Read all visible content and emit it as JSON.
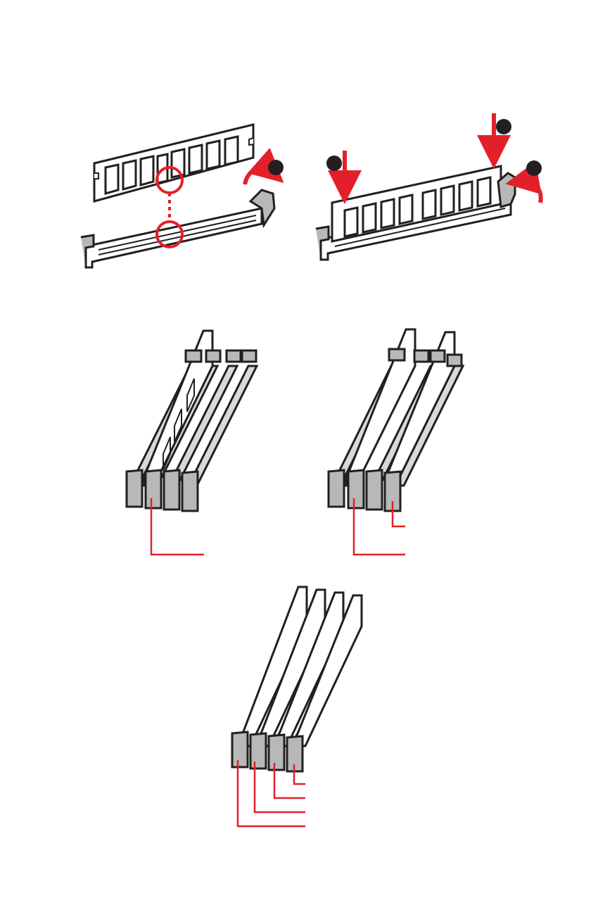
{
  "colors": {
    "outline": "#231f20",
    "slot_fill": "#d9d9d9",
    "latch_fill": "#b8b8b8",
    "accent": "#e3202a",
    "background": "#ffffff"
  },
  "icons": {
    "step_marker": "black-filled-circle",
    "push_down": "red-down-arrow",
    "latch_rotate": "red-curved-arrow",
    "notch_alignment": "red-circle-with-dotted-line"
  },
  "installation": {
    "left_step_count": 1,
    "right_step_count": 3
  },
  "configurations": [
    {
      "id": "one-dimm",
      "populated_slots": 1,
      "leader_lines": 1
    },
    {
      "id": "two-dimms",
      "populated_slots": 2,
      "leader_lines": 2
    },
    {
      "id": "four-dimms",
      "populated_slots": 4,
      "leader_lines": 4
    }
  ]
}
